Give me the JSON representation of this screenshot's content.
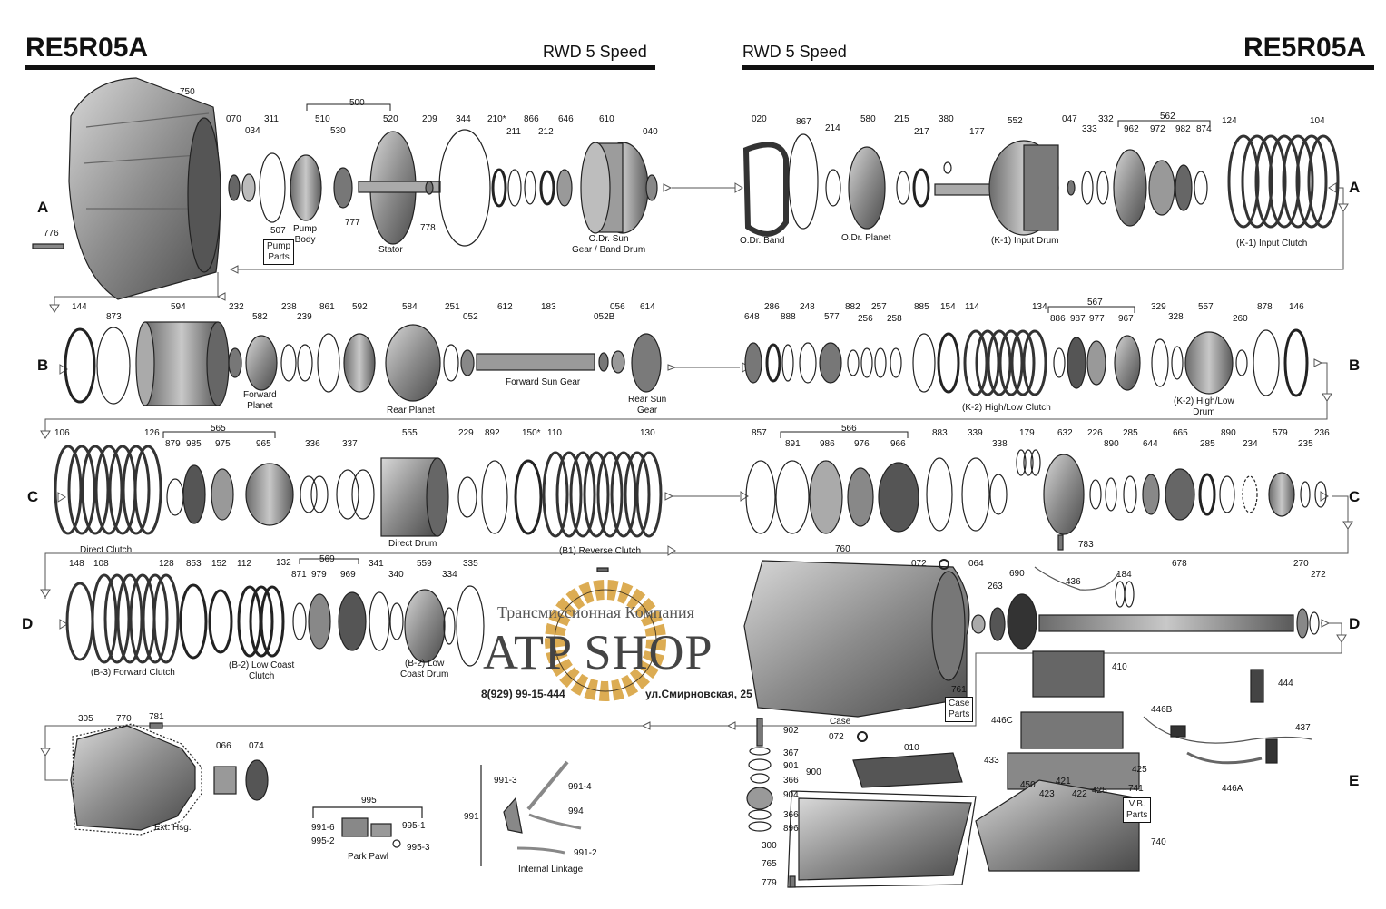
{
  "header": {
    "model_left": "RE5R05A",
    "model_right": "RE5R05A",
    "subtitle_left": "RWD 5 Speed",
    "subtitle_right": "RWD 5 Speed"
  },
  "rows": [
    "A",
    "B",
    "C",
    "D",
    "E"
  ],
  "part_numbers": {
    "r1": [
      "750",
      "070",
      "034",
      "311",
      "500",
      "510",
      "530",
      "520",
      "209",
      "344",
      "210*",
      "211",
      "212",
      "866",
      "646",
      "610",
      "040",
      "020",
      "867",
      "214",
      "580",
      "215",
      "217",
      "380",
      "552",
      "177",
      "047",
      "333",
      "332",
      "562",
      "962",
      "972",
      "982",
      "874",
      "124",
      "104",
      "776",
      "777",
      "778",
      "507"
    ],
    "r2": [
      "144",
      "873",
      "594",
      "232",
      "582",
      "238",
      "239",
      "861",
      "592",
      "584",
      "251",
      "052",
      "612",
      "183",
      "052B",
      "056",
      "614",
      "648",
      "286",
      "888",
      "248",
      "577",
      "882",
      "256",
      "257",
      "258",
      "885",
      "154",
      "114",
      "134",
      "567",
      "886",
      "987",
      "977",
      "967",
      "329",
      "328",
      "557",
      "260",
      "878",
      "146"
    ],
    "r3": [
      "106",
      "126",
      "565",
      "879",
      "985",
      "975",
      "965",
      "336",
      "337",
      "555",
      "229",
      "892",
      "150*",
      "110",
      "130",
      "857",
      "566",
      "891",
      "986",
      "976",
      "966",
      "883",
      "339",
      "338",
      "179",
      "632",
      "226",
      "890",
      "285",
      "644",
      "665",
      "285",
      "890",
      "234",
      "579",
      "235",
      "236"
    ],
    "r4": [
      "148",
      "108",
      "128",
      "853",
      "152",
      "112",
      "132",
      "569",
      "871",
      "979",
      "969",
      "341",
      "340",
      "559",
      "334",
      "335",
      "760",
      "072",
      "064",
      "263",
      "690",
      "436",
      "184",
      "678",
      "270",
      "272",
      "783"
    ],
    "r5": [
      "305",
      "770",
      "781",
      "066",
      "074",
      "995",
      "991-6",
      "995-1",
      "995-2",
      "995-3",
      "991",
      "991-3",
      "991-4",
      "994",
      "991-2",
      "902",
      "367",
      "901",
      "366",
      "904",
      "366",
      "896",
      "900",
      "300",
      "765",
      "779",
      "072",
      "010",
      "410",
      "446C",
      "433",
      "450",
      "423",
      "421",
      "422",
      "428",
      "425",
      "741",
      "740",
      "446B",
      "444",
      "437",
      "446A",
      "761"
    ]
  },
  "labels": {
    "pump_body": "Pump\nBody",
    "pump_parts": "Pump\nParts",
    "stator": "Stator",
    "odr_sun": "O.Dr. Sun\nGear / Band Drum",
    "odr_band": "O.Dr. Band",
    "odr_planet": "O.Dr. Planet",
    "k1_drum": "(K-1) Input Drum",
    "k1_clutch": "(K-1) Input Clutch",
    "fwd_planet": "Forward\nPlanet",
    "rear_planet": "Rear Planet",
    "fwd_sun": "Forward Sun Gear",
    "rear_sun": "Rear Sun\nGear",
    "k2_clutch": "(K-2) High/Low Clutch",
    "k2_drum": "(K-2) High/Low\nDrum",
    "direct_clutch": "Direct Clutch",
    "direct_drum": "Direct Drum",
    "b1_reverse": "(B1) Reverse Clutch",
    "b3_forward": "(B-3) Forward Clutch",
    "b2_low_coast_clutch": "(B-2) Low Coast\nClutch",
    "b2_low_coast_drum": "(B-2) Low\nCoast Drum",
    "case": "Case",
    "case_parts": "Case\nParts",
    "ext_hsg": "Ext. Hsg.",
    "park_pawl": "Park Pawl",
    "internal_linkage": "Internal Linkage",
    "vb_parts": "V.B.\nParts"
  },
  "watermark": {
    "company": "Трансмиссионная Компания",
    "brand": "ATP SHOP",
    "phone": "8(929) 99-15-444",
    "address": "ул.Смирновская, 25"
  },
  "colors": {
    "line": "#111111",
    "part_gray": "#8a8a8a",
    "part_dark": "#3a3a3a",
    "logo_ring": "#d9a441"
  }
}
